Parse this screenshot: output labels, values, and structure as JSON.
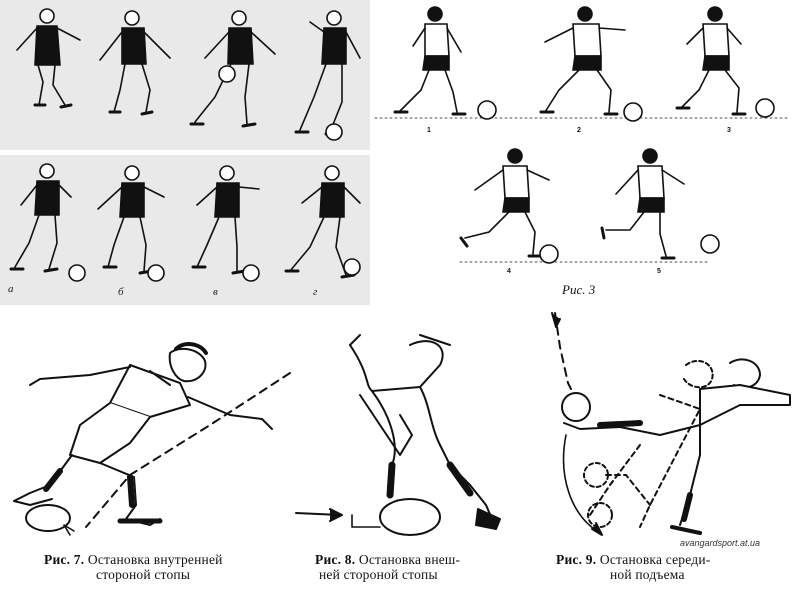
{
  "panel_top_left": {
    "frames": 4
  },
  "panel_mid_left": {
    "labels": [
      "а",
      "б",
      "в",
      "г"
    ]
  },
  "panel_top_right": {
    "numbers": [
      "1",
      "2",
      "3",
      "4",
      "5"
    ],
    "caption": "Рис. 3"
  },
  "figures": [
    {
      "num": "Рис. 7.",
      "line1": "Остановка внутренней",
      "line2": "стороной стопы"
    },
    {
      "num": "Рис. 8.",
      "line1": "Остановка внеш-",
      "line2": "ней стороной стопы"
    },
    {
      "num": "Рис. 9.",
      "line1": "Остановка середи-",
      "line2": "ной подъема"
    }
  ],
  "watermark": "avangardsport.at.ua"
}
